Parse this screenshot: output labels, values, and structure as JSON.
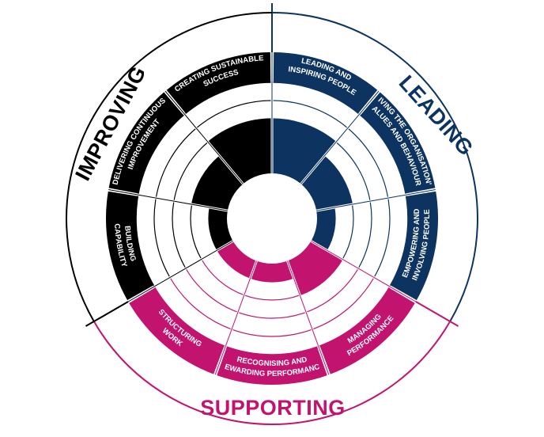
{
  "colors": {
    "leading": "#0d3461",
    "improving": "#000000",
    "supporting": "#c2136f",
    "background": "#ffffff"
  },
  "clusters": [
    {
      "id": "leading",
      "label": "LEADING"
    },
    {
      "id": "improving",
      "label": "IMPROVING"
    },
    {
      "id": "supporting",
      "label": "SUPPORTING"
    }
  ],
  "segments": [
    {
      "cluster": "leading",
      "lines": [
        "LEADING AND",
        "INSPIRING PEOPLE"
      ],
      "level": 3
    },
    {
      "cluster": "leading",
      "lines": [
        "LIVING THE ORGANISATION'S",
        "VALUES AND BEHAVIOURS"
      ],
      "level": 2
    },
    {
      "cluster": "leading",
      "lines": [
        "EMPOWERING AND",
        "INVOLVING PEOPLE"
      ],
      "level": 1
    },
    {
      "cluster": "supporting",
      "lines": [
        "MANAGING",
        "PERFORMANCE"
      ],
      "level": 2
    },
    {
      "cluster": "supporting",
      "lines": [
        "RECOGNISING AND",
        "REWARDING PERFORMANCE"
      ],
      "level": 1
    },
    {
      "cluster": "supporting",
      "lines": [
        "STRUCTURING",
        "WORK"
      ],
      "level": 1
    },
    {
      "cluster": "improving",
      "lines": [
        "BUILDING",
        "CAPABILITY"
      ],
      "level": 1
    },
    {
      "cluster": "improving",
      "lines": [
        "DELIVERING CONTINUOUS",
        "IMPROVEMENT"
      ],
      "level": 2
    },
    {
      "cluster": "improving",
      "lines": [
        "CREATING SUSTAINABLE",
        "SUCCESS"
      ],
      "level": 3
    }
  ]
}
